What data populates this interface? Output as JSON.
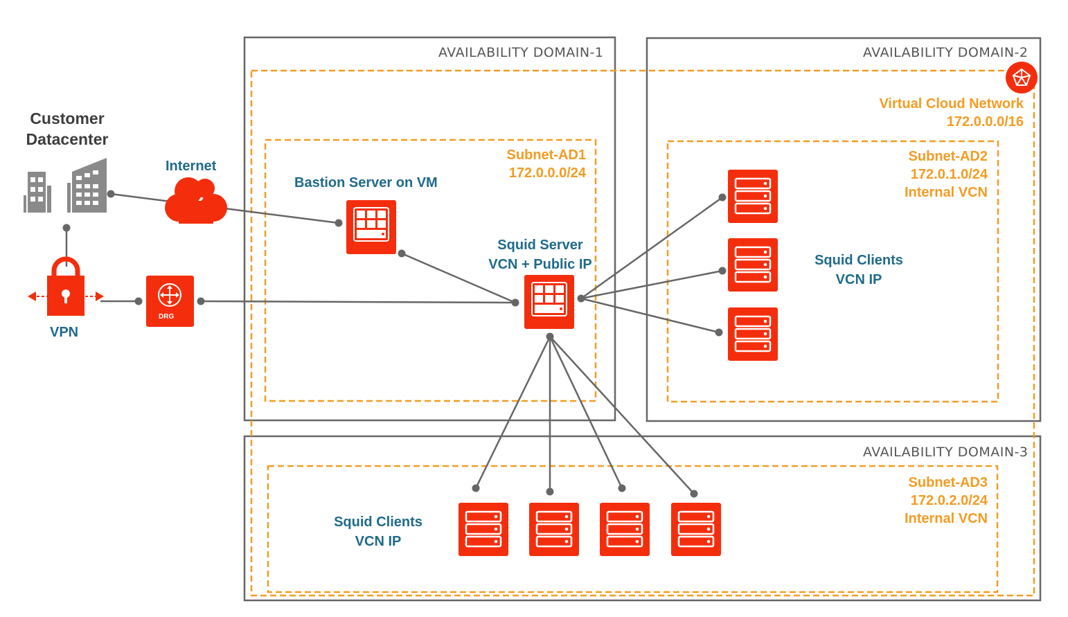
{
  "colors": {
    "accent": "#f42e0d",
    "vcn_border": "#f39c23",
    "domain_border": "#666666",
    "label_blue": "#1f6a8a",
    "label_orange": "#f39c23",
    "building": "#8a8a8a",
    "line": "#666666"
  },
  "availability_domains": {
    "ad1": "AVAILABILITY DOMAIN-1",
    "ad2": "AVAILABILITY DOMAIN-2",
    "ad3": "AVAILABILITY DOMAIN-3"
  },
  "vcn": {
    "name": "Virtual Cloud Network",
    "cidr": "172.0.0.0/16",
    "icon": "vcn-icon"
  },
  "subnets": {
    "ad1": {
      "name": "Subnet-AD1",
      "cidr": "172.0.0.0/24"
    },
    "ad2": {
      "name": "Subnet-AD2",
      "cidr": "172.0.1.0/24",
      "type": "Internal VCN"
    },
    "ad3": {
      "name": "Subnet-AD3",
      "cidr": "172.0.2.0/24",
      "type": "Internal VCN"
    }
  },
  "customer": {
    "line1": "Customer",
    "line2": "Datacenter",
    "icon": "building-icon"
  },
  "internet": {
    "label": "Internet",
    "icon": "cloud-icon"
  },
  "vpn": {
    "label": "VPN",
    "icon": "lock-icon"
  },
  "drg": {
    "label": "DRG",
    "icon": "router-icon"
  },
  "bastion": {
    "label": "Bastion Server on VM",
    "icon": "vm-icon"
  },
  "squid_server": {
    "line1": "Squid Server",
    "line2": "VCN + Public IP",
    "icon": "vm-icon"
  },
  "squid_clients_ad2": {
    "line1": "Squid Clients",
    "line2": "VCN IP",
    "icon": "server-icon"
  },
  "squid_clients_ad3": {
    "line1": "Squid Clients",
    "line2": "VCN IP",
    "icon": "server-icon"
  }
}
